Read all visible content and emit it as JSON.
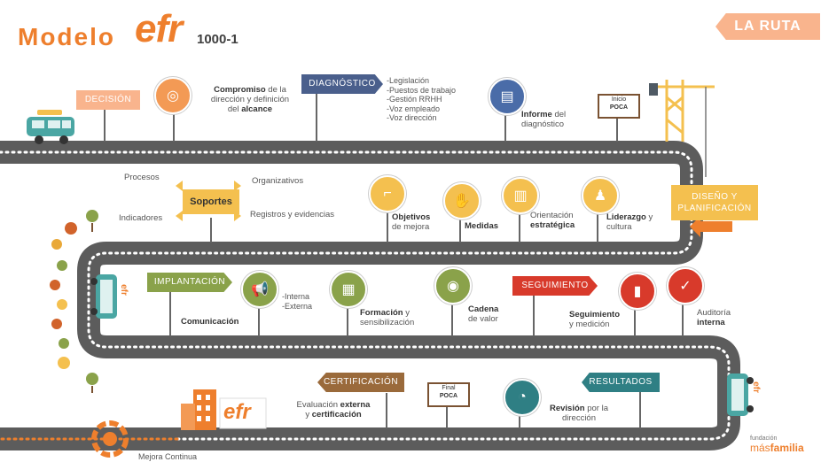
{
  "header": {
    "modelo": "Modelo",
    "efr": "efr",
    "code": "1000-1",
    "badge": "LA RUTA"
  },
  "stops": {
    "decision": {
      "sign": "DECISIÓN"
    },
    "compromiso": {
      "l1a": "Compromiso",
      "l1b": " de la",
      "l2": "dirección y definición",
      "l3a": "del ",
      "l3b": "alcance"
    },
    "diagnostico": {
      "sign": "DIAGNÓSTICO",
      "items": [
        "-Legislación",
        "-Puestos de trabajo",
        "-Gestión RRHH",
        "-Voz empleado",
        "-Voz dirección"
      ]
    },
    "informe": {
      "l1a": "Informe",
      "l1b": " del",
      "l2": "diagnóstico"
    },
    "poca_start": {
      "l1": "Inicio",
      "l2": "POCA"
    },
    "diseno": {
      "sign": "DISEÑO Y PLANIFICACIÓN"
    },
    "soportes": {
      "center": "Soportes",
      "procesos": "Procesos",
      "organizativos": "Organizativos",
      "indicadores": "Indicadores",
      "registros": "Registros y evidencias"
    },
    "objetivos": {
      "l1": "Objetivos",
      "l2": "de mejora"
    },
    "medidas": {
      "l1": "Medidas"
    },
    "orientacion": {
      "l1": "Orientación",
      "l2": "estratégica"
    },
    "liderazgo": {
      "l1a": "Liderazgo",
      "l1b": " y",
      "l2": "cultura"
    },
    "implantacion": {
      "sign": "IMPLANTACIÓN"
    },
    "comunicacion": {
      "l1": "Comunicación",
      "items": [
        "-Interna",
        "-Externa"
      ]
    },
    "formacion": {
      "l1a": "Formación",
      "l1b": " y",
      "l2": "sensibilización"
    },
    "cadena": {
      "l1": "Cadena",
      "l2": "de valor"
    },
    "seguimiento": {
      "sign": "SEGUIMIENTO",
      "l1": "Seguimiento",
      "l2": "y medición"
    },
    "auditoria": {
      "l1": "Auditoría",
      "l2": "interna"
    },
    "certificacion": {
      "sign": "CERTIFICACIÓN",
      "l1": "Evaluación ",
      "l1b": "externa",
      "l2a": "y ",
      "l2b": "certificación"
    },
    "poca_end": {
      "l1": "Final",
      "l2": "POCA"
    },
    "revision": {
      "l1a": "Revisión",
      "l1b": " por la",
      "l2": "dirección"
    },
    "resultados": {
      "sign": "RESULTADOS"
    },
    "mejora": {
      "l1": "Mejora Continua"
    }
  },
  "vehicle_text": "efr",
  "building_text": "efr",
  "footer": {
    "l1": "fundación",
    "l2a": "más",
    "l2b": "familia"
  },
  "colors": {
    "orange": "#ee7f2d",
    "peach": "#f9b48d",
    "navy": "#4a5f8c",
    "green": "#8aa24a",
    "red": "#d83a2b",
    "teal": "#2f7f84",
    "brown": "#9a6a3b",
    "yellow": "#f4c04f",
    "road": "#5c5c5c"
  },
  "icons": [
    "target-icon",
    "doc-chart-icon",
    "megaphone-icon",
    "training-icon",
    "cycle-icon",
    "meter-icon",
    "clipboard-icon",
    "gauge-icon",
    "stairs-icon",
    "hand-fan-icon",
    "chart-icon",
    "people-icon"
  ]
}
